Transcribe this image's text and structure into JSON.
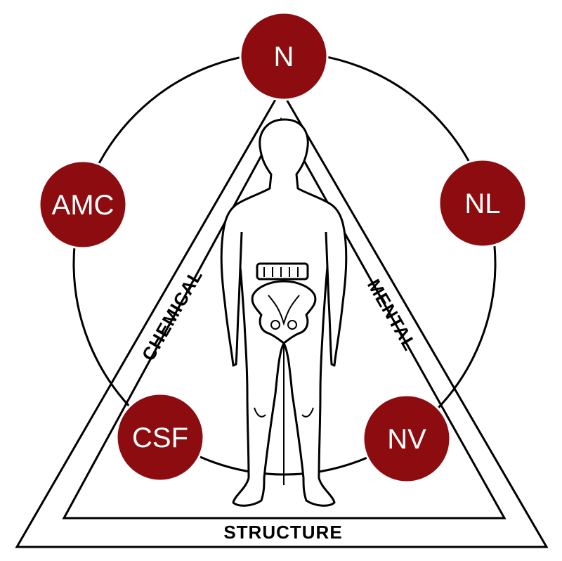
{
  "colors": {
    "node_fill": "#8c0c10",
    "line": "#000000",
    "background": "#ffffff"
  },
  "labels": {
    "chemical": "CHEMICAL",
    "mental": "MENTAL",
    "structure": "STRUCTURE"
  },
  "nodes": {
    "n": "N",
    "nl": "NL",
    "amc": "AMC",
    "csf": "CSF",
    "nv": "NV"
  },
  "icons": {
    "figure": "human-figure-back-view-icon",
    "pelvis": "pelvis-spine-icon"
  }
}
